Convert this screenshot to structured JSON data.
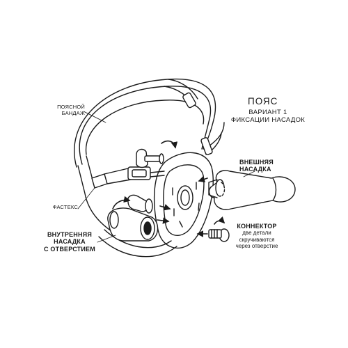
{
  "title": {
    "line1": "ПОЯС",
    "line2": "ВАРИАНТ 1",
    "line3": "ФИКСАЦИИ НАСАДОК"
  },
  "labels": {
    "waist_strap_l1": "ПОЯСНОЙ",
    "waist_strap_l2": "БАНДАЖ",
    "buckle": "ФАСТЕКС",
    "outer_attachment_l1": "ВНЕШНЯЯ",
    "outer_attachment_l2": "НАСАДКА",
    "connector_title": "КОННЕКТОР",
    "connector_note_l1": "две детали",
    "connector_note_l2": "скручиваются",
    "connector_note_l3": "через отверстие",
    "inner_attachment_l1": "ВНУТРЕННЯЯ",
    "inner_attachment_l2": "НАСАДКА",
    "inner_attachment_l3": "С ОТВЕРСТИЕМ"
  },
  "colors": {
    "line": "#1a1a1a",
    "fill_light": "#f2f2f2",
    "fill_dark": "#333333"
  }
}
